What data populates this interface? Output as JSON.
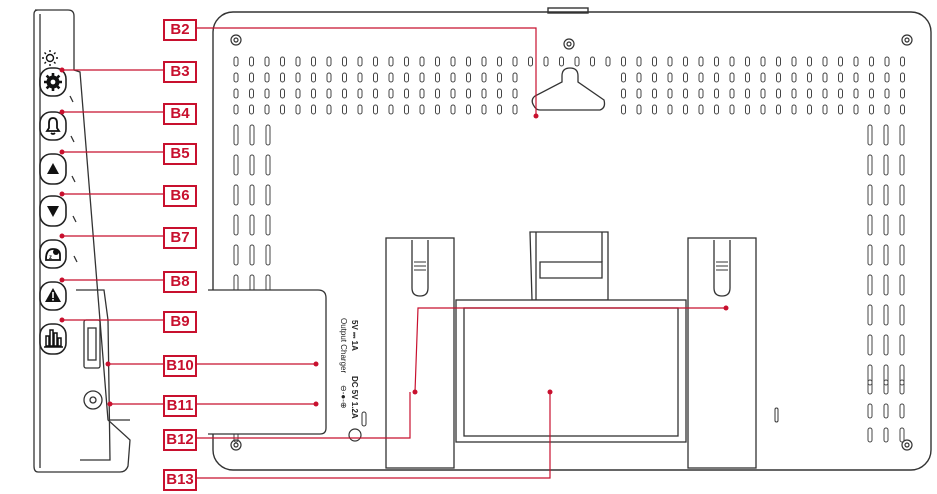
{
  "colors": {
    "accent": "#c8102e",
    "outline": "#333333"
  },
  "labels": [
    {
      "id": "B2"
    },
    {
      "id": "B3"
    },
    {
      "id": "B4"
    },
    {
      "id": "B5"
    },
    {
      "id": "B6"
    },
    {
      "id": "B7"
    },
    {
      "id": "B8"
    },
    {
      "id": "B9"
    },
    {
      "id": "B10"
    },
    {
      "id": "B11"
    },
    {
      "id": "B12"
    },
    {
      "id": "B13"
    }
  ],
  "port_text": {
    "usb_rating": "5V ⎓ 1A",
    "usb_caption": "Output Charger",
    "dc_rating": "DC 5V 1.2A",
    "dc_polarity": "⊖-●-⊕"
  },
  "icons": {
    "B3": "brightness-gear-icon",
    "B4": "bell-icon",
    "B5": "arrow-up-icon",
    "B6": "arrow-down-icon",
    "B7": "snooze-icon",
    "B8": "warning-icon",
    "B9": "bar-chart-icon"
  }
}
